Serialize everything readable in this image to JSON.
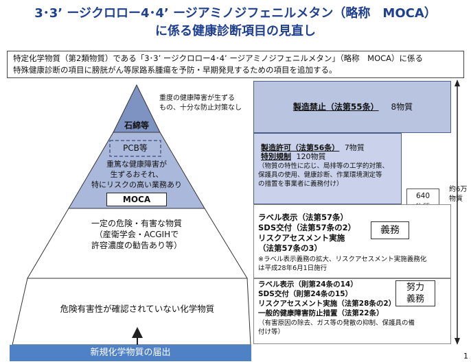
{
  "title": {
    "line1": "3･3’ ージクロロー4･4’ ージアミノジフェニルメタン（略称　MOCA）",
    "line2": "に係る健康診断項目の見直し"
  },
  "intro": {
    "line1": "特定化学物質（第2類物質）である「3･3’ ージクロロー4･4’ ージアミノジフェニルメタン」（略称　MOCA）に係る",
    "line2": "特殊健康診断の項目に膀胱がん等尿路系腫瘍を予防・早期発見するための項目を追加する。"
  },
  "pyramid": {
    "note_line1": "重度の健康障害が生ずる",
    "note_line2": "もの、十分な防止対策なし",
    "top_label": "石綿等",
    "pcb_label": "PCB等",
    "tier2_line1": "重篤な健康障害が",
    "tier2_line2": "生ずるおそれ、",
    "tier2_line3": "特にリスクの高い業務あり",
    "moca_label": "MOCA",
    "tier3_line1": "一定の危険・有害な物質",
    "tier3_line2": "（産衛学会・ACGIHで",
    "tier3_line3": "許容濃度の勧告あり等）",
    "tier4_text": "危険有害性が確認されていない化学物質",
    "bottom_label": "新規化学物質の届出"
  },
  "right": {
    "r1_label": "製造禁止（法第55条）",
    "r1_count": "8物質",
    "r2_permit": "製造許可（法第56条）",
    "r2_permit_count": "7物質",
    "r2_special": "特別規制",
    "r2_special_count": "120物質",
    "r2_desc1": "（物質の特性に応じ、局排等の工学的対策、",
    "r2_desc2": "保護具の使用、健康診断、作業環境測定等",
    "r2_desc3": "の措置を事業者に義務付け）",
    "count640_line1": "640",
    "count640_line2": "物質",
    "total_line1": "約6万",
    "total_line2": "物質",
    "r3_l1": "ラベル表示（法第57条）",
    "r3_l2": "SDS交付（法第57条の2）",
    "r3_l3": "リスクアセスメント実施",
    "r3_l4": "（法第57条の3）",
    "r3_note1": "※ラベル表示義務の拡大、リスクアセスメント実施義務化",
    "r3_note2": "は平成28年6月1日施行",
    "gimu": "義務",
    "r4_l1": "ラベル表示（則第24条の14）",
    "r4_l2": "SDS交付（則第24条の15）",
    "r4_l3": "リスクアセスメント実施（法第28条の2）",
    "r4_l4": "一般的健康障害防止措置（法第22条）",
    "r4_l5": "（有害原因の除去、ガス等の発散の抑制、保護具の備",
    "r4_l6": "付け等）",
    "doryoku_line1": "努力",
    "doryoku_line2": "義務"
  },
  "page_number": "1",
  "colors": {
    "title": "#1f3f8f",
    "top_fill": "#7f93c3",
    "mid_fill": "#aab8dc",
    "box1_fill": "#b8c4e0",
    "box2_fill": "#c9d2ea",
    "bottom_bar": "#4f81c7"
  }
}
